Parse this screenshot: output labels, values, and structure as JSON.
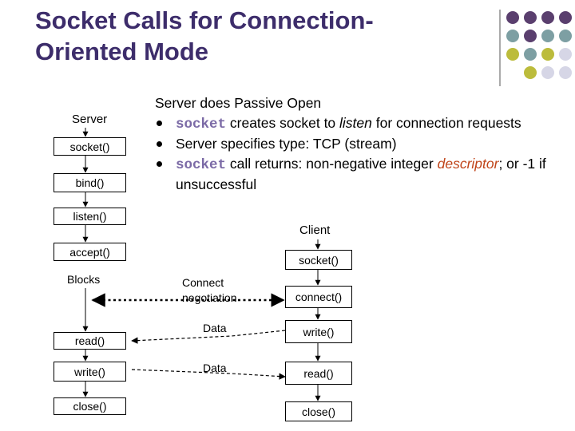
{
  "slide": {
    "title_line1": "Socket Calls for Connection-",
    "title_line2": "Oriented Mode",
    "accent_color": "#3d2d6b",
    "deco_colors": {
      "purple": "#5a3f6e",
      "teal": "#7d9fa3",
      "olive": "#bcbc3c",
      "lilac": "#d6d6e6"
    }
  },
  "text": {
    "heading": "Server does Passive Open",
    "b1_code": "socket",
    "b1_rest_a": " creates socket to ",
    "b1_italic": "listen",
    "b1_rest_b": " for connection requests",
    "b2": "Server specifies type: TCP (stream)",
    "b3_code": "socket",
    "b3_rest_a": " call returns:  non-negative integer ",
    "b3_desc": "descriptor",
    "b3_rest_b": "; or -1 if unsuccessful"
  },
  "server": {
    "label": "Server",
    "socket": "socket()",
    "bind": "bind()",
    "listen": "listen()",
    "accept": "accept()",
    "blocks": "Blocks",
    "read": "read()",
    "write": "write()",
    "close": "close()"
  },
  "client": {
    "label": "Client",
    "socket": "socket()",
    "connect": "connect()",
    "write": "write()",
    "read": "read()",
    "close": "close()"
  },
  "middle": {
    "connect_negotiation": "Connect negotiation",
    "data1": "Data",
    "data2": "Data"
  }
}
